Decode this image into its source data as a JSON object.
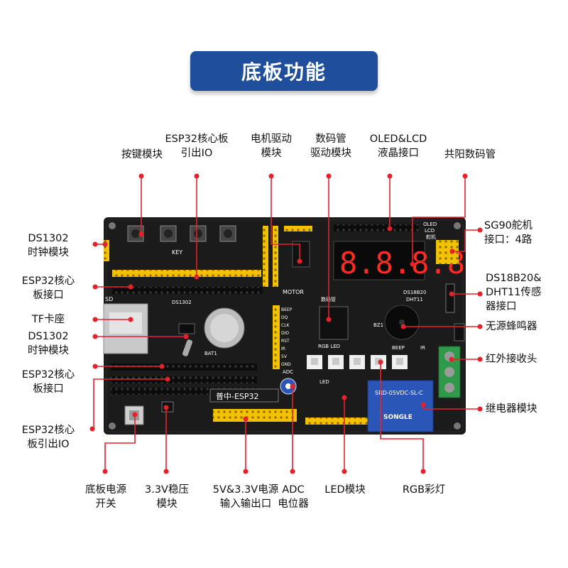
{
  "title": "底板功能",
  "colors": {
    "banner": "#1f4e9c",
    "leader": "#e8202a",
    "board": "#1b1b1b",
    "header_yellow": "#f2c200",
    "display_red": "#ff2a20",
    "terminal_green": "#2f9a4a",
    "relay_blue": "#2a56b8"
  },
  "labels": {
    "key": [
      "按键模块"
    ],
    "esp_io_top": [
      "ESP32核心板",
      "引出IO"
    ],
    "motor": [
      "电机驱动",
      "模块"
    ],
    "seg_drive": [
      "数码管",
      "驱动模块"
    ],
    "oled": [
      "OLED&LCD",
      "液晶接口"
    ],
    "anode": [
      "共阳数码管"
    ],
    "sg90": [
      "SG90舵机",
      "接口：4路"
    ],
    "ds1302_a": [
      "DS1302",
      "时钟模块"
    ],
    "esp_if_a": [
      "ESP32核心",
      "板接口"
    ],
    "tf": [
      "TF卡座"
    ],
    "ds1302_b": [
      "DS1302",
      "时钟模块"
    ],
    "esp_if_b": [
      "ESP32核心",
      "板接口"
    ],
    "esp_io_b": [
      "ESP32核心",
      "板引出IO"
    ],
    "ds18b20": [
      "DS18B20&",
      "DHT11传感",
      "器接口"
    ],
    "buzzer": [
      "无源蜂鸣器"
    ],
    "ir": [
      "红外接收头"
    ],
    "relay": [
      "继电器模块"
    ],
    "power_sw": [
      "底板电源",
      "开关"
    ],
    "reg33": [
      "3.3V稳压",
      "模块"
    ],
    "vio": [
      "5V&3.3V电源",
      "输入输出口"
    ],
    "adc": [
      "ADC",
      "电位器"
    ],
    "led": [
      "LED模块"
    ],
    "rgb": [
      "RGB彩灯"
    ]
  },
  "silkscreen": {
    "key": "KEY",
    "motor": "MOTOR",
    "seg": "数码管",
    "oled": "OLED",
    "lcd": "LCD",
    "servo": "舵机",
    "ds18b20": "DS18B20",
    "dht11": "DHT11",
    "ds1302": "DS1302",
    "sd": "SD",
    "rgbled": "RGB LED",
    "beep": "BEEP",
    "ir": "IR",
    "led": "LED",
    "adc": "ADC",
    "brand": "普中-ESP32",
    "display": "8.8.8.8",
    "relay_model": "SRD-05VDC-SL-C",
    "relay_brand": "SONGLE",
    "bat": "BAT1",
    "bz": "BZ1",
    "j2_pins": [
      "BEEP",
      "DQ",
      "CLK",
      "DIO",
      "RST",
      "IR",
      "5V",
      "GND"
    ]
  }
}
